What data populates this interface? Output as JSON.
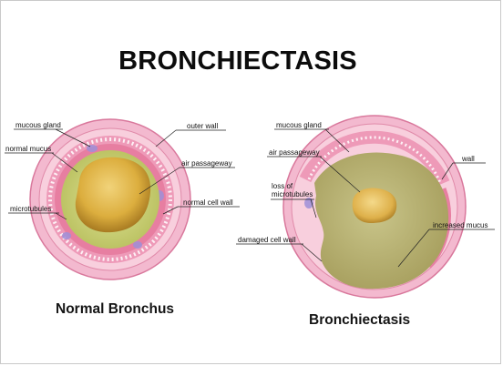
{
  "title": "BRONCHIECTASIS",
  "normal": {
    "caption": "Normal Bronchus",
    "labels": {
      "mucous_gland": "mucous gland",
      "outer_wall": "outer wall",
      "normal_mucus": "normal mucus",
      "air_passageway": "air passageway",
      "normal_cell_wall": "normal cell wall",
      "microtubules": "microtubules"
    }
  },
  "diseased": {
    "caption": "Bronchiectasis",
    "labels": {
      "mucous_gland": "mucous gland",
      "air_passageway": "air passageway",
      "wall": "wall",
      "loss_of_line1": "loss of",
      "loss_of_line2": "microtubules",
      "increased_mucus": "increased mucus",
      "damaged_cell_wall": "damaged cell wall"
    }
  },
  "colors": {
    "outer_ring": "#f3b9cf",
    "outer_ring_edge": "#d9789c",
    "cell_band": "#ee9ab8",
    "inner_ring": "#e77ea1",
    "normal_mucus": "#c9cf7a",
    "air_lumen": "#d9a93a",
    "diseased_mucus": "#b9b476"
  }
}
